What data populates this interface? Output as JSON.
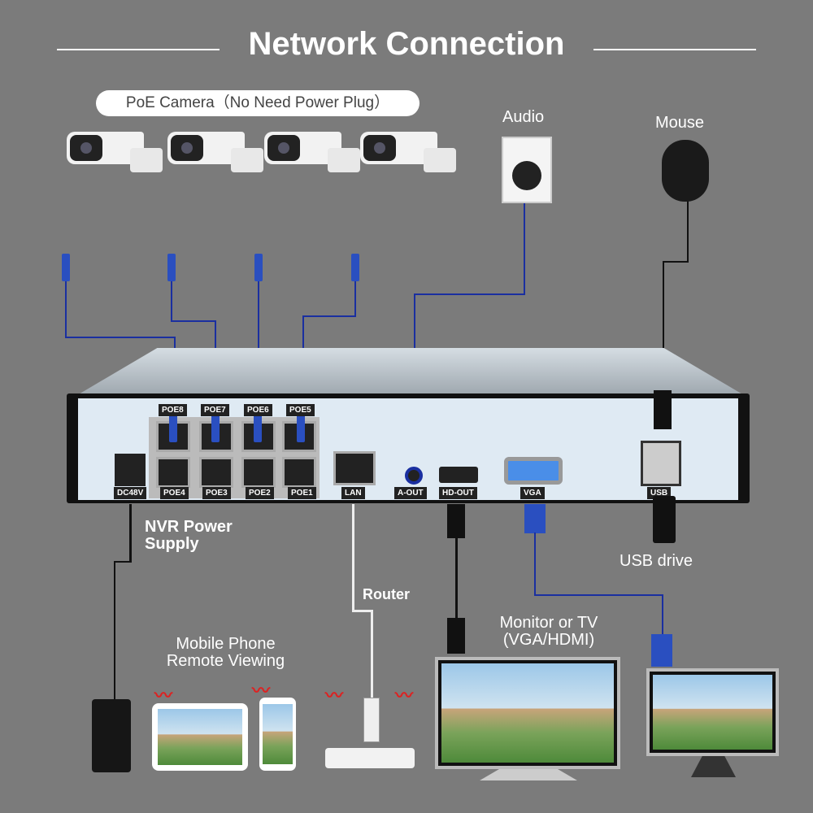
{
  "title": "Network Connection",
  "poe_camera_label": "PoE Camera（No Need Power Plug）",
  "devices": {
    "audio": "Audio",
    "mouse": "Mouse",
    "nvr_power": "NVR Power Supply",
    "usb_drive": "USB drive",
    "router": "Router",
    "mobile": "Mobile Phone Remote Viewing",
    "monitor": "Monitor or TV (VGA/HDMI)"
  },
  "ports": {
    "top": [
      "POE8",
      "POE7",
      "POE6",
      "POE5"
    ],
    "bottom": [
      "POE4",
      "POE3",
      "POE2",
      "POE1"
    ],
    "power": "DC48V",
    "lan": "LAN",
    "audio": "A-OUT",
    "hdmi": "HD-OUT",
    "vga": "VGA",
    "usb": "USB"
  },
  "colors": {
    "background": "#7b7b7b",
    "cable": "#1a2fa0",
    "wifi": "#d22222"
  }
}
